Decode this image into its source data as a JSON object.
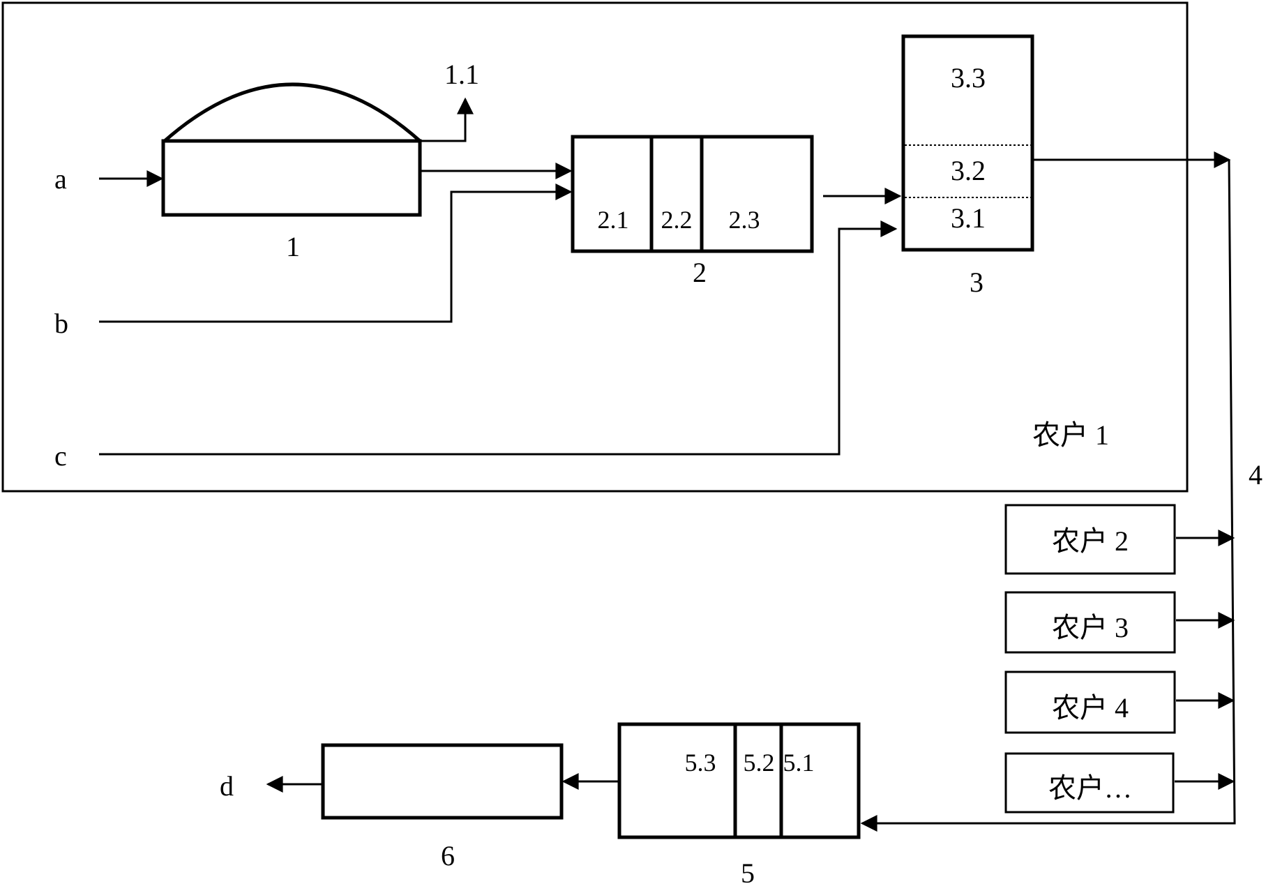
{
  "inputs": {
    "a": "a",
    "b": "b",
    "c": "c"
  },
  "output": {
    "d": "d"
  },
  "unit1": {
    "label": "1",
    "outlet": "1.1"
  },
  "unit2": {
    "label": "2",
    "sections": [
      "2.1",
      "2.2",
      "2.3"
    ]
  },
  "unit3": {
    "label": "3",
    "sections": [
      "3.3",
      "3.2",
      "3.1"
    ]
  },
  "pipeline": {
    "label": "4"
  },
  "unit5": {
    "label": "5",
    "sections": [
      "5.3",
      "5.2",
      "5.1"
    ]
  },
  "unit6": {
    "label": "6"
  },
  "farmhouses": {
    "main": "农户 1",
    "others": [
      "农户 2",
      "农户 3",
      "农户 4",
      "农户…"
    ]
  },
  "colors": {
    "stroke": "#000000",
    "background": "#ffffff"
  }
}
